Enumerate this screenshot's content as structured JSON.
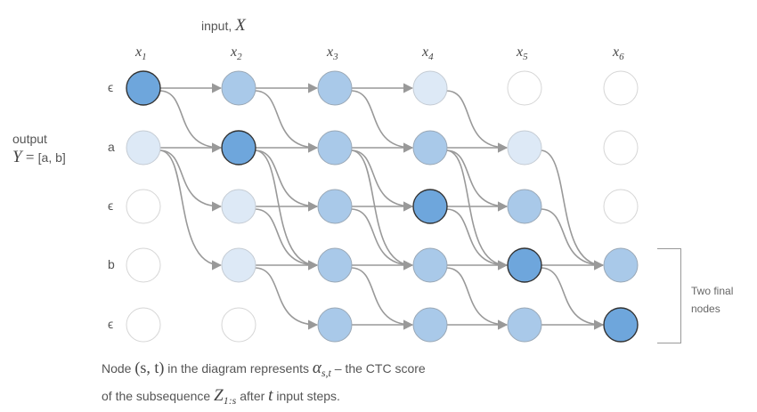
{
  "input_label": {
    "text": "input, ",
    "var": "X"
  },
  "columns": [
    {
      "base": "x",
      "sub": "1"
    },
    {
      "base": "x",
      "sub": "2"
    },
    {
      "base": "x",
      "sub": "3"
    },
    {
      "base": "x",
      "sub": "4"
    },
    {
      "base": "x",
      "sub": "5"
    },
    {
      "base": "x",
      "sub": "6"
    }
  ],
  "output_label": {
    "text": "output",
    "var": "Y",
    "eq": " = ",
    "value": "[a, b]"
  },
  "rows": [
    "ϵ",
    "a",
    "ϵ",
    "b",
    "ϵ"
  ],
  "node_levels": [
    [
      3,
      2,
      2,
      1,
      0,
      0
    ],
    [
      1,
      3,
      2,
      2,
      1,
      0
    ],
    [
      0,
      1,
      2,
      3,
      2,
      0
    ],
    [
      0,
      1,
      2,
      2,
      3,
      2
    ],
    [
      0,
      0,
      2,
      2,
      2,
      3
    ]
  ],
  "colors": {
    "levels": [
      "#ffffff",
      "#dde9f6",
      "#a9c9e9",
      "#6ea6dc"
    ],
    "stroke_light": "#d6d6d6",
    "stroke_mid": "#9aa8b6",
    "stroke_dark": "#333333",
    "arrow": "#999999"
  },
  "final_nodes_label": [
    "Two final",
    "nodes"
  ],
  "caption": {
    "line1": {
      "a": "Node ",
      "b": "(s, t)",
      "c": " in the diagram represents ",
      "d": "α",
      "d_sub": "s,t",
      "e": " – the CTC score"
    },
    "line2": {
      "a": "of the subsequence ",
      "b": "Z",
      "b_sub": "1:s",
      "c": " after ",
      "d": "t",
      "e": " input steps."
    }
  }
}
